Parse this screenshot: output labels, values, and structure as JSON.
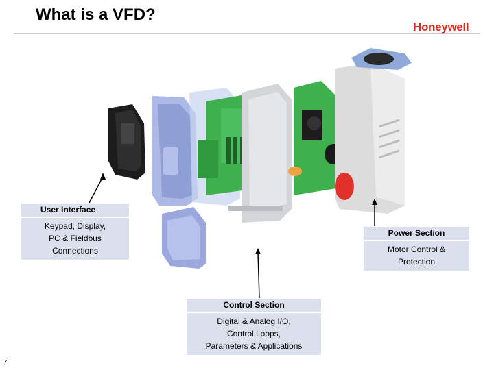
{
  "slide": {
    "title": "What is a VFD?",
    "logo": "Honeywell",
    "page_number": "7"
  },
  "callouts": {
    "user_interface": {
      "title": "User  Interface",
      "body": [
        "Keypad, Display,",
        "PC & Fieldbus",
        "Connections"
      ]
    },
    "power_section": {
      "title": "Power Section",
      "body": [
        "Motor Control &",
        "Protection"
      ]
    },
    "control_section": {
      "title": "Control Section",
      "body": [
        "Digital & Analog I/O,",
        "Control Loops,",
        "Parameters & Applications"
      ]
    }
  },
  "colors": {
    "brand_red": "#e1261c",
    "callout_fill": "#dce0ec",
    "enclosure_blue": "#8f9fd6",
    "pcb_green": "#3fb04e"
  }
}
